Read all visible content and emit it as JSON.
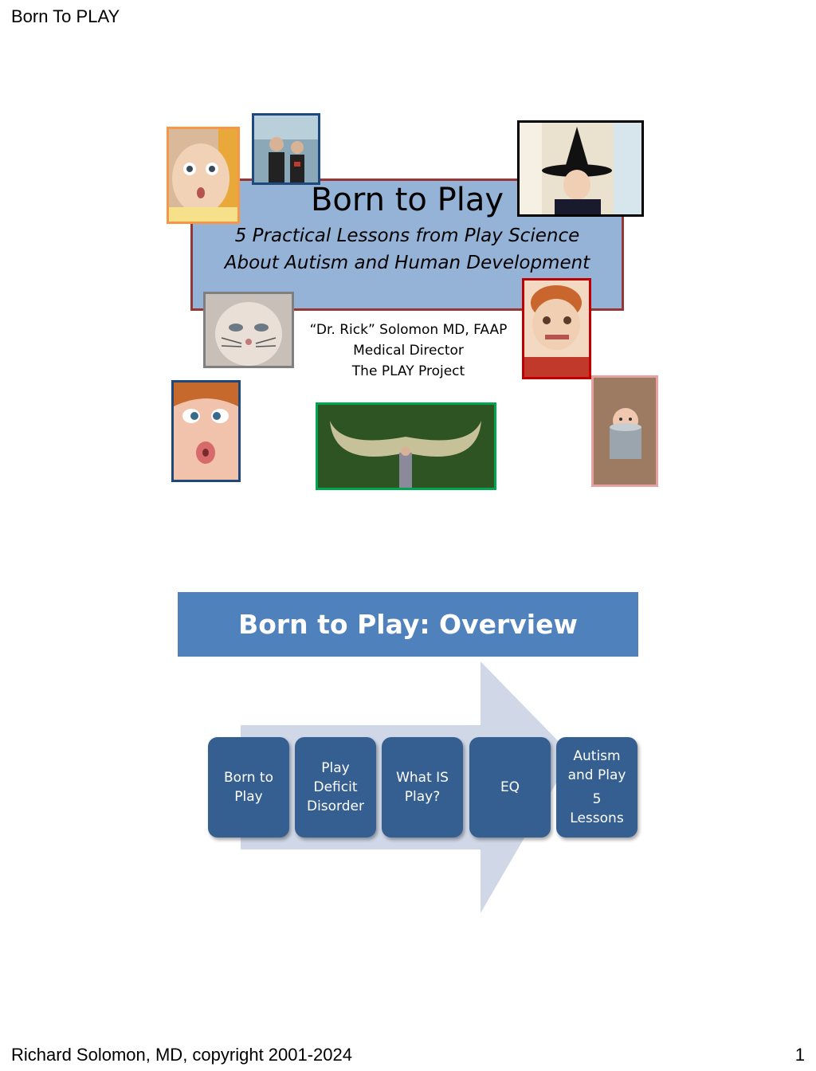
{
  "page_header": "Born To PLAY",
  "footer": {
    "copyright": "Richard Solomon, MD, copyright 2001-2024",
    "page_number": "1"
  },
  "slide1": {
    "title": "Born to Play",
    "subtitle_line1": "5 Practical Lessons from Play Science",
    "subtitle_line2": "About Autism and Human Development",
    "author_name": "“Dr. Rick” Solomon MD, FAAP",
    "author_role": "Medical Director",
    "author_org": "The PLAY Project",
    "colors": {
      "title_fill": "#95b3d7",
      "title_border": "#953735"
    }
  },
  "slide2": {
    "title": "Born to Play: Overview",
    "steps": [
      {
        "lines": [
          "Born to",
          "Play"
        ]
      },
      {
        "lines": [
          "Play",
          "Deficit",
          "Disorder"
        ]
      },
      {
        "lines": [
          "What IS",
          "Play?"
        ]
      },
      {
        "lines": [
          "EQ"
        ]
      },
      {
        "lines": [
          "Autism",
          "and Play",
          "5",
          "Lessons"
        ]
      }
    ],
    "colors": {
      "banner": "#4f81bd",
      "step_fill": "#365f91",
      "arrow": "#d0d8e8"
    }
  }
}
